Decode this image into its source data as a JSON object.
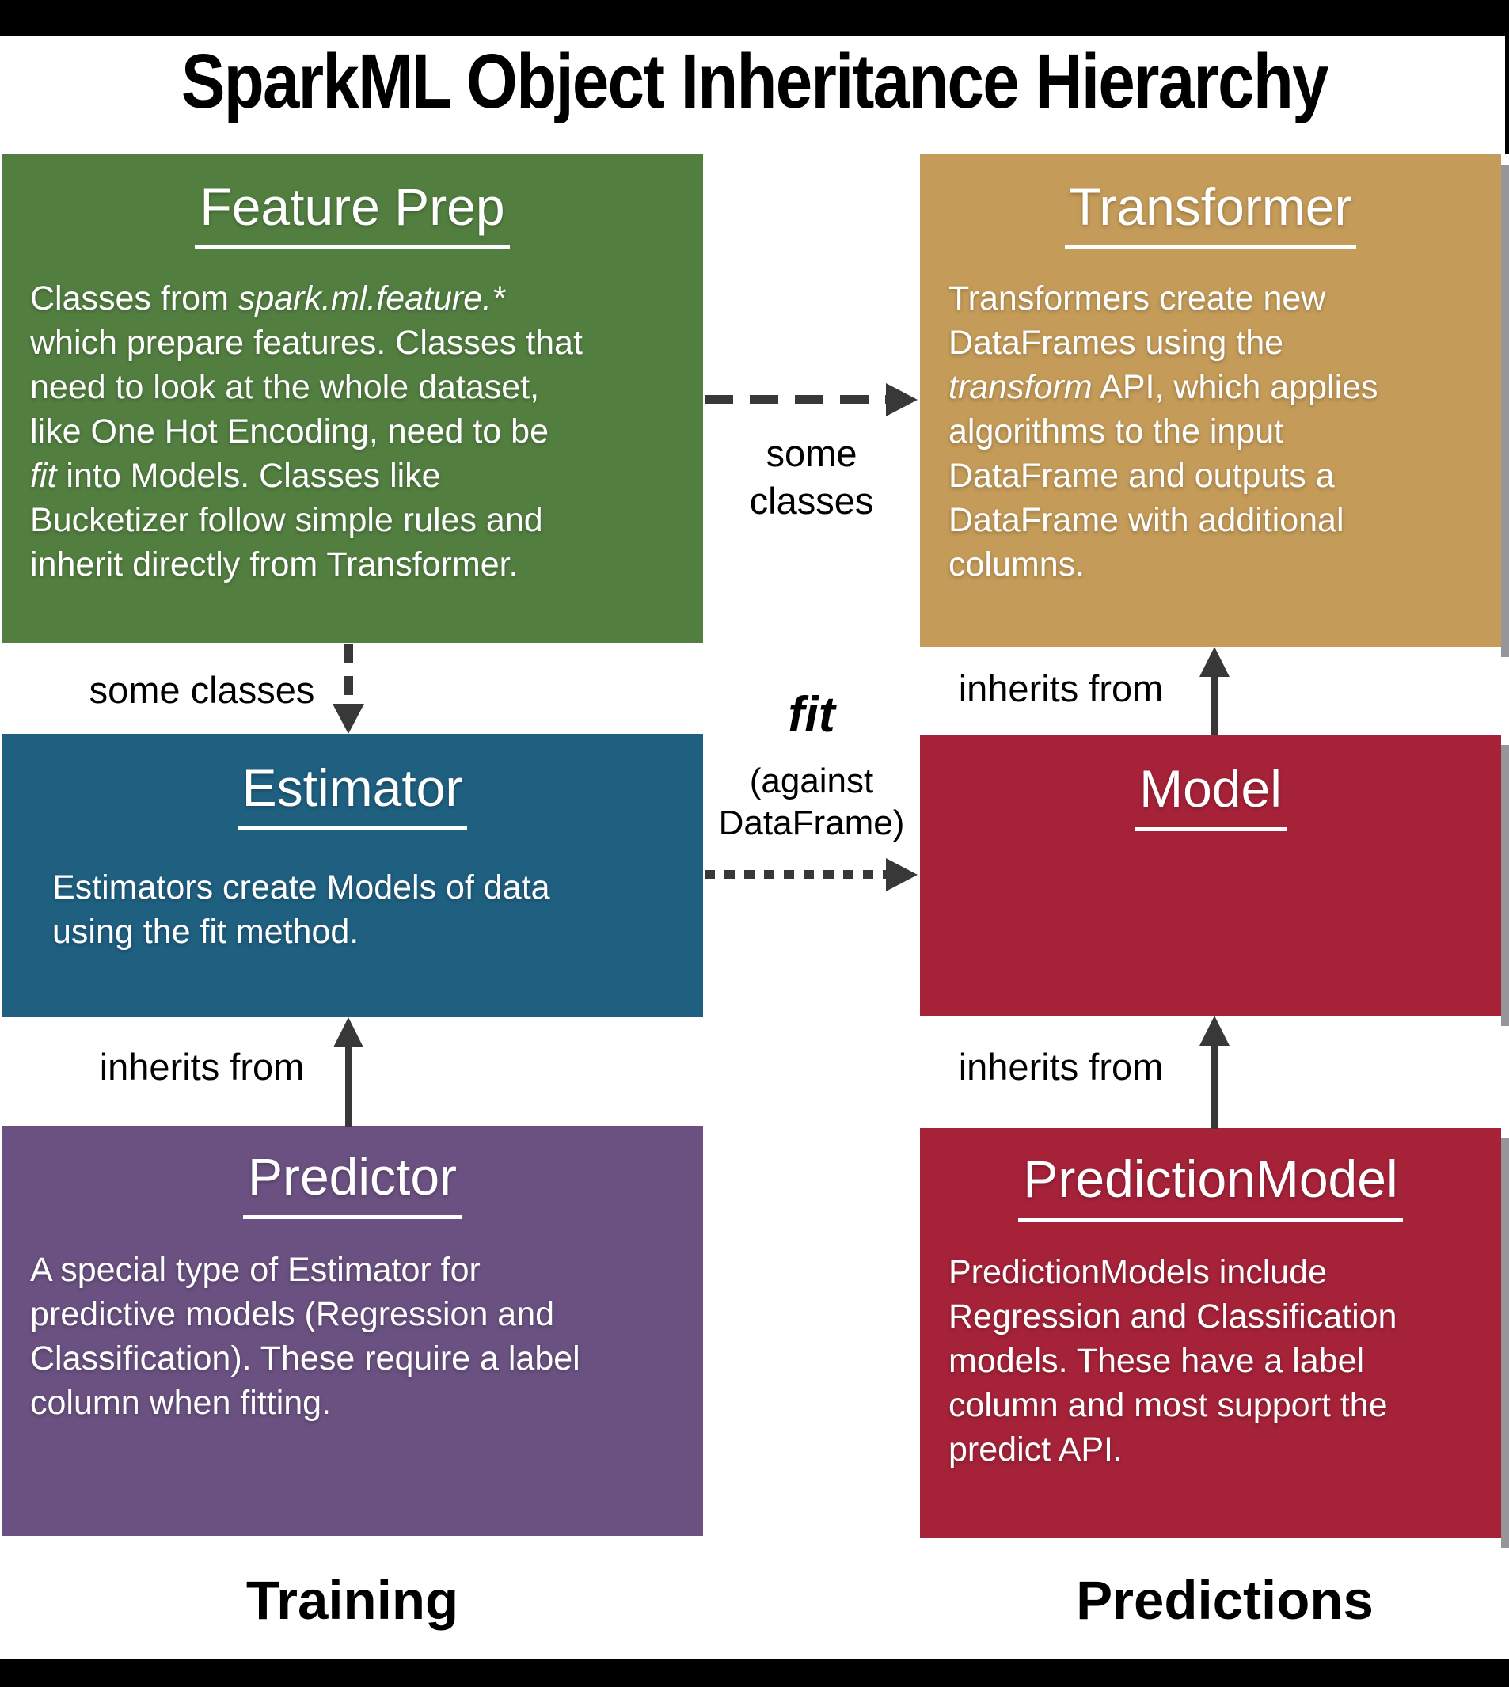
{
  "header": {
    "title": "SparkML Object Inheritance Hierarchy"
  },
  "colors": {
    "feature_prep_green": "#527E40",
    "transformer_gold": "#C49B58",
    "estimator_blue": "#1F5F80",
    "model_red": "#A52239",
    "predictor_purple": "#6A5181",
    "arrow_dark": "#383838",
    "shadow_gray": "#95959A",
    "bar_black": "#000000"
  },
  "boxes": {
    "feature_prep": {
      "title": "Feature Prep",
      "body": [
        {
          "text": "Classes from "
        },
        {
          "text": "spark.ml.feature.*",
          "italic": true
        },
        {
          "text": "\nwhich prepare features. Classes that\nneed to look at the whole dataset,\nlike One Hot Encoding, need to be\n"
        },
        {
          "text": "fit",
          "italic": true
        },
        {
          "text": " into Models. Classes like\nBucketizer follow simple rules and\ninherit directly from Transformer."
        }
      ]
    },
    "transformer": {
      "title": "Transformer",
      "body": [
        {
          "text": "Transformers create new\nDataFrames using the\n"
        },
        {
          "text": "transform",
          "italic": true
        },
        {
          "text": " API, which applies\nalgorithms to the input\nDataFrame and outputs a\nDataFrame with additional\ncolumns."
        }
      ]
    },
    "estimator": {
      "title": "Estimator",
      "body": "Estimators create Models of data\nusing the fit method."
    },
    "model": {
      "title": "Model"
    },
    "predictor": {
      "title": "Predictor",
      "body": "A special type of Estimator for\npredictive models (Regression and\nClassification). These require a label\ncolumn when fitting."
    },
    "prediction_model": {
      "title": "PredictionModel",
      "body": "PredictionModels include\nRegression and Classification\nmodels. These have a label\ncolumn and most support the\npredict API."
    }
  },
  "annotations": {
    "some_classes_horizontal": "some\nclasses",
    "some_classes_vertical": "some classes",
    "fit": "fit",
    "fit_detail": "(against\nDataFrame)",
    "inherits_from_transformer": "inherits from",
    "inherits_from_estimator": "inherits from",
    "inherits_from_model": "inherits from"
  },
  "footer": {
    "training": "Training",
    "predictions": "Predictions"
  }
}
